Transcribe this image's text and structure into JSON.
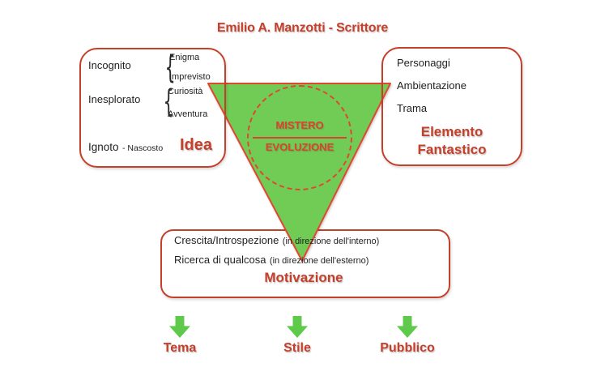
{
  "title": "Emilio A. Manzotti - Scrittore",
  "colors": {
    "red_accent": "#c5402b",
    "bright_red": "#e1472f",
    "triangle_green": "#70cc55",
    "arrow_green": "#5ec94a"
  },
  "left_box": {
    "brace": "{",
    "term1": "Incognito",
    "term1_sub1": "Enigma",
    "term1_sub2": "Imprevisto",
    "term2": "Inesplorato",
    "term2_sub1": "Curiosità",
    "term2_sub2": "Avventura",
    "term3": "Ignoto",
    "term3_note": "- Nascosto",
    "label": "Idea"
  },
  "right_box": {
    "item1": "Personaggi",
    "item2": "Ambientazione",
    "item3": "Trama",
    "label_line1": "Elemento",
    "label_line2": "Fantastico"
  },
  "center": {
    "top": "MISTERO",
    "bottom": "EVOLUZIONE"
  },
  "bottom_box": {
    "row1_main": "Crescita/Introspezione",
    "row1_note": "(in direzione dell'interno)",
    "row2_main": "Ricerca di qualcosa",
    "row2_note": "(in direzione dell'esterno)",
    "label": "Motivazione"
  },
  "outputs": {
    "o1": "Tema",
    "o2": "Stile",
    "o3": "Pubblico"
  }
}
